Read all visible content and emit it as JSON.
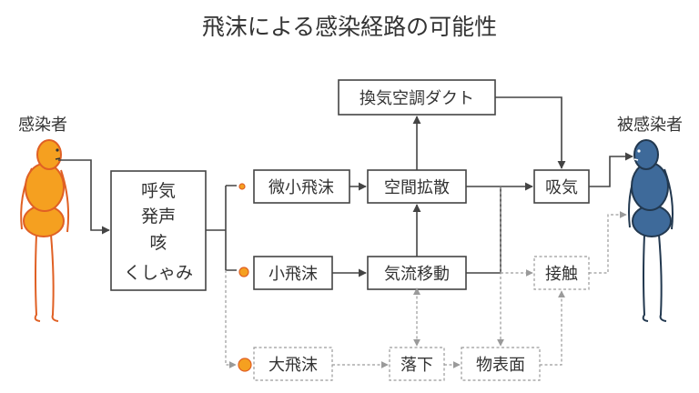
{
  "title": "飛沫による感染経路の可能性",
  "infected_label": "感染者",
  "recipient_label": "被感染者",
  "source_lines": [
    "呼気",
    "発声",
    "咳",
    "くしゃみ"
  ],
  "nodes": {
    "micro_droplet": "微小飛沫",
    "small_droplet": "小飛沫",
    "large_droplet": "大飛沫",
    "air_diffusion": "空間拡散",
    "airflow": "気流移動",
    "fall": "落下",
    "hvac_duct": "換気空調ダクト",
    "inhalation": "吸気",
    "contact": "接触",
    "surface": "物表面"
  },
  "colors": {
    "infected": "#f5a020",
    "infected_outline": "#e06024",
    "recipient": "#3e6a9a",
    "recipient_outline": "#22384f",
    "droplet": "#f5a020",
    "droplet_outline": "#e06024"
  }
}
